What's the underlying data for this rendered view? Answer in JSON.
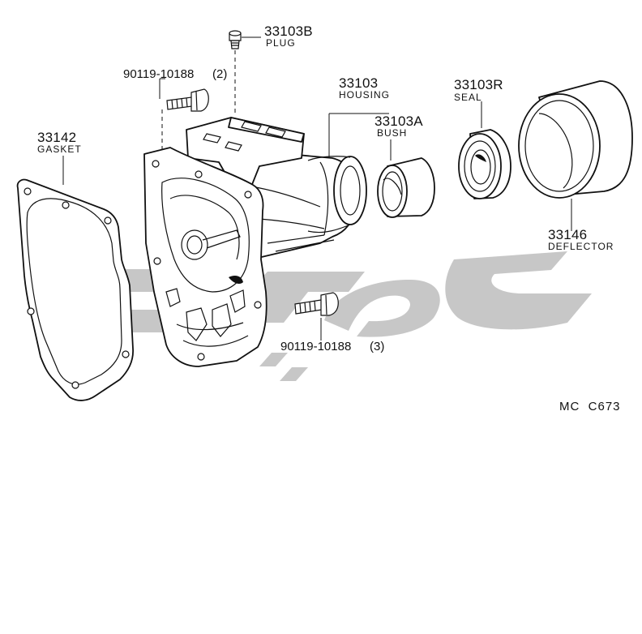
{
  "parts": [
    {
      "number": "33103B",
      "name": "PLUG"
    },
    {
      "number": "90119-10188",
      "qty": "(2)"
    },
    {
      "number": "33103",
      "name": "HOUSING"
    },
    {
      "number": "33103A",
      "name": "BUSH"
    },
    {
      "number": "33103R",
      "name": "SEAL"
    },
    {
      "number": "33142",
      "name": "GASKET"
    },
    {
      "number": "33146",
      "name": "DEFLECTOR"
    },
    {
      "number": "90119-10188",
      "qty": "(3)"
    }
  ],
  "diagram_code": "MC  C673",
  "colors": {
    "line": "#111111",
    "background": "#ffffff",
    "watermark": "#bdbdbd"
  }
}
